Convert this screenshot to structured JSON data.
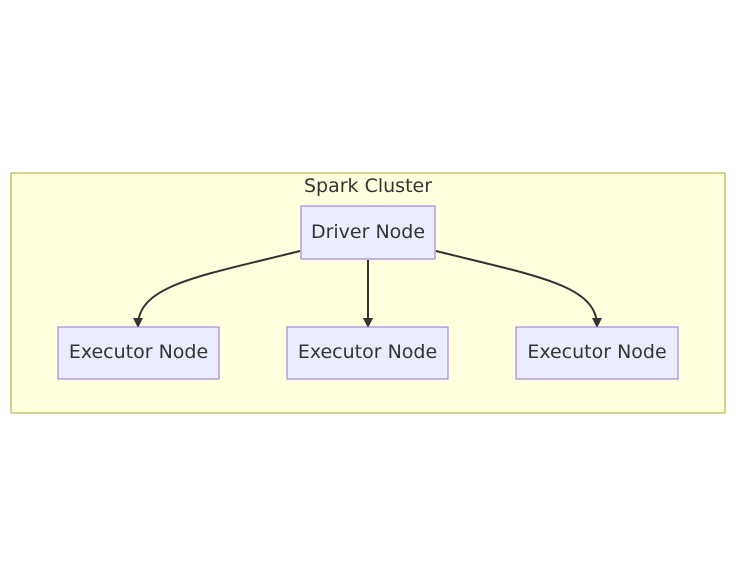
{
  "cluster": {
    "label": "Spark Cluster"
  },
  "nodes": {
    "driver": {
      "label": "Driver Node"
    },
    "executors": [
      {
        "label": "Executor Node"
      },
      {
        "label": "Executor Node"
      },
      {
        "label": "Executor Node"
      }
    ]
  },
  "edges": [
    {
      "from": "Driver Node",
      "to": "Executor Node 1"
    },
    {
      "from": "Driver Node",
      "to": "Executor Node 2"
    },
    {
      "from": "Driver Node",
      "to": "Executor Node 3"
    }
  ],
  "colors": {
    "cluster_fill": "#ffffde",
    "cluster_stroke": "#aaaa33",
    "node_fill": "#ececff",
    "node_stroke": "#9370db",
    "edge": "#333333",
    "text": "#333333"
  }
}
